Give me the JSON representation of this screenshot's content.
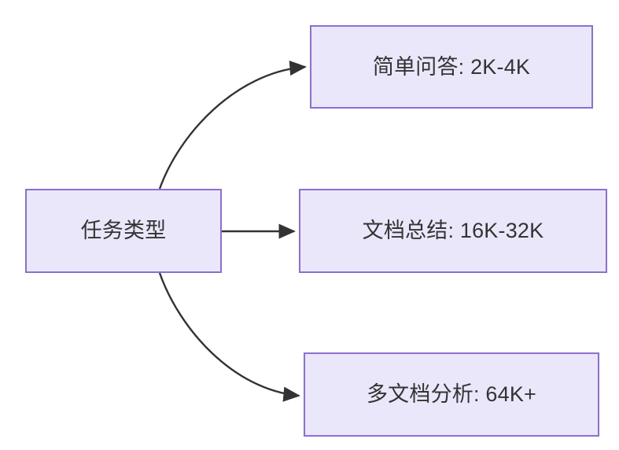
{
  "diagram": {
    "type": "flowchart",
    "direction": "left-to-right",
    "background_color": "#ffffff",
    "node_fill_color": "#eae7fa",
    "node_border_color": "#8b6fd4",
    "text_color": "#333333",
    "edge_color": "#333333",
    "nodes": [
      {
        "id": "root",
        "label": "任务类型",
        "role": "source"
      },
      {
        "id": "simple-qa",
        "label": "简单问答: 2K-4K",
        "role": "target"
      },
      {
        "id": "doc-sum",
        "label": "文档总结: 16K-32K",
        "role": "target"
      },
      {
        "id": "multi-doc",
        "label": "多文档分析: 64K+",
        "role": "target"
      }
    ],
    "edges": [
      {
        "id": "edge-root-simple-qa",
        "from": "root",
        "to": "simple-qa",
        "style": "curved",
        "arrow": "arrowhead-triangle",
        "label": ""
      },
      {
        "id": "edge-root-doc-sum",
        "from": "root",
        "to": "doc-sum",
        "style": "straight",
        "arrow": "arrowhead-triangle",
        "label": ""
      },
      {
        "id": "edge-root-multi-doc",
        "from": "root",
        "to": "multi-doc",
        "style": "curved",
        "arrow": "arrowhead-triangle",
        "label": ""
      }
    ]
  }
}
